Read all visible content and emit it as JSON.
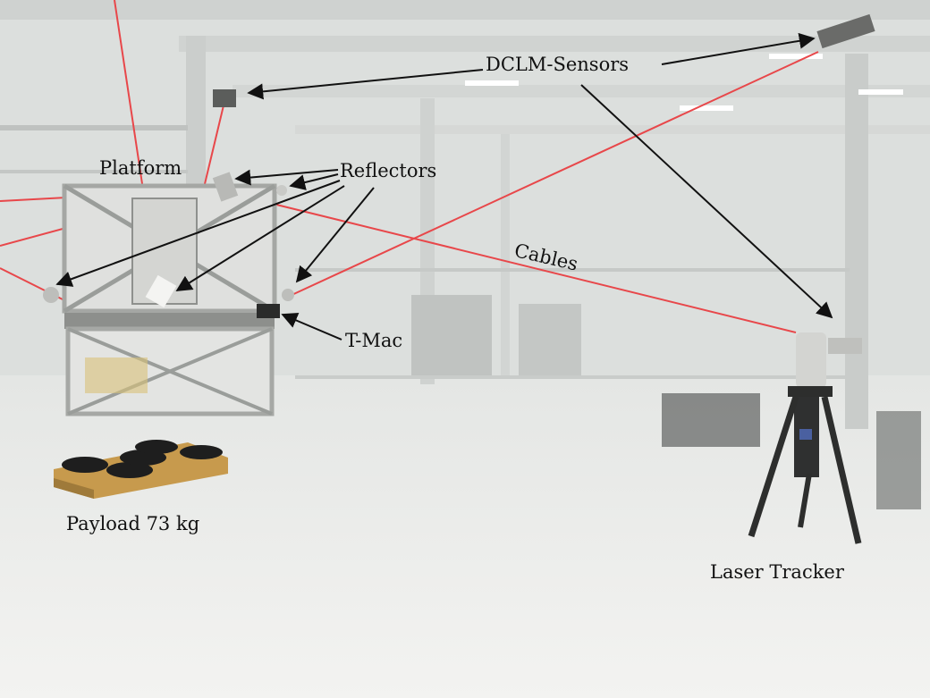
{
  "labels": {
    "dclm_sensors": "DCLM-Sensors",
    "platform": "Platform",
    "reflectors": "Reflectors",
    "cables": "Cables",
    "t_mac": "T-Mac",
    "payload": "Payload 73 kg",
    "laser_tracker": "Laser Tracker"
  },
  "colors": {
    "cable_laser": "#e8474a",
    "annotation_arrow": "#111111",
    "floor": "#efefed",
    "hall_background": "#d9dcda",
    "pallet_wood": "#c79a4d",
    "weight_plates": "#1e1e1e",
    "aluminium_frame": "#b7b9b6"
  }
}
